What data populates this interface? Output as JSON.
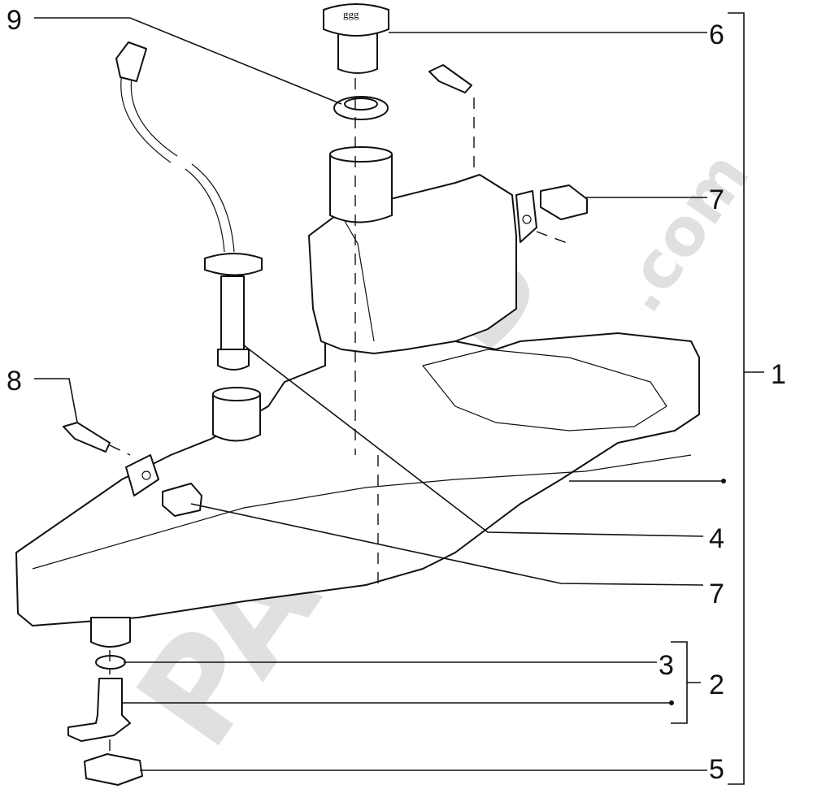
{
  "callouts": {
    "c9": "9",
    "c6": "6",
    "c7a": "7",
    "c8": "8",
    "c1": "1",
    "c4": "4",
    "c7b": "7",
    "c3": "3",
    "c2": "2",
    "c5": "5"
  },
  "watermark": {
    "brand": "PARTSS",
    "suffix": ".com"
  },
  "cap_text": "ggg"
}
